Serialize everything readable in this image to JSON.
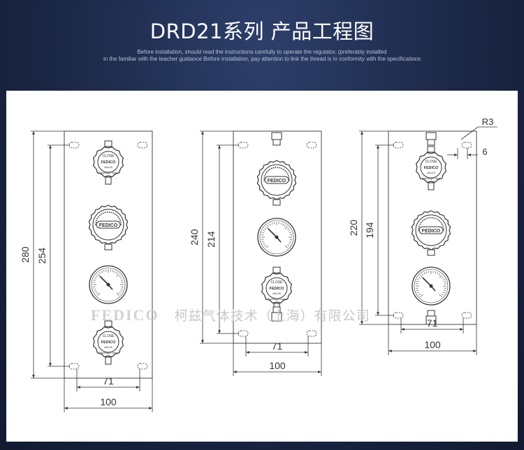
{
  "header": {
    "title": "DRD21系列 产品工程图",
    "subtitle_line1": "Before installation, should read the instructions carefully to operate the regulator, (preferably installed",
    "subtitle_line2": "in the familiar with the teacher guidance Before installation, pay attention to link the thread is in conformity with the specifications"
  },
  "watermark": {
    "brand": "FEDICO",
    "company": "柯兹气体技术（上海）有限公司"
  },
  "gauge_text": {
    "close": "CLOSE",
    "brand": "FEDICO",
    "valve": "VALVE",
    "diaphragm": "Diaphragm Valve"
  },
  "drawings": [
    {
      "id": "left",
      "height_outer": "280",
      "height_inner": "254",
      "width_inner": "71",
      "width_outer": "100",
      "components": [
        "valve",
        "regulator",
        "gauge",
        "valve"
      ]
    },
    {
      "id": "middle",
      "height_outer": "240",
      "height_inner": "214",
      "width_inner": "71",
      "width_outer": "100",
      "components": [
        "regulator",
        "gauge",
        "valve"
      ]
    },
    {
      "id": "right",
      "height_outer": "220",
      "height_inner": "194",
      "width_inner": "71",
      "width_outer": "100",
      "corner_radius_label": "R3",
      "slot_width_label": "6",
      "components": [
        "valve",
        "regulator",
        "gauge"
      ]
    }
  ],
  "colors": {
    "background": "#1b2746",
    "line": "#333333",
    "panel": "#ffffff"
  }
}
